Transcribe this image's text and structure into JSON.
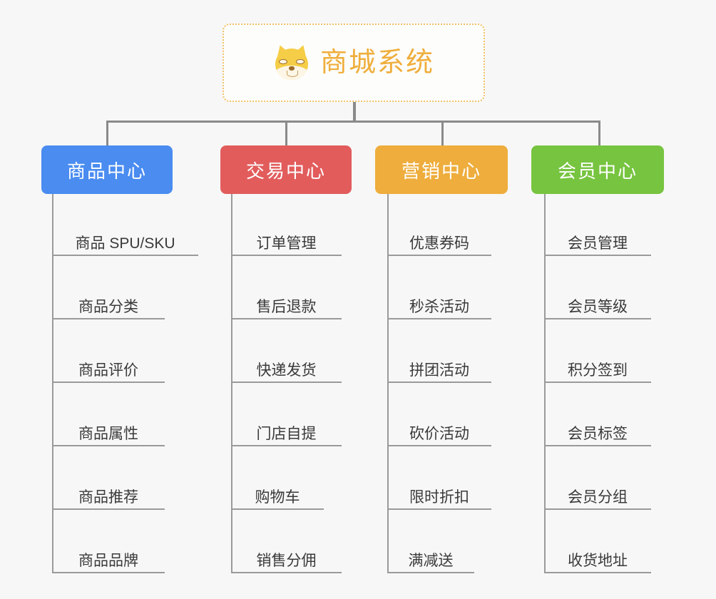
{
  "root": {
    "title": "商城系统",
    "icon": "shiba-inu-face-icon",
    "border_color": "#f0c169",
    "text_color": "#efae3c"
  },
  "theme": {
    "background": "#f7f7f7",
    "connector_color": "#8a8a8a",
    "leaf_line_color": "#9a9a9a",
    "leaf_text_color": "#3a3a3a"
  },
  "branches": [
    {
      "label": "商品中心",
      "color": "#4a8cf0",
      "items": [
        "商品 SPU/SKU",
        "商品分类",
        "商品评价",
        "商品属性",
        "商品推荐",
        "商品品牌"
      ]
    },
    {
      "label": "交易中心",
      "color": "#e25c5c",
      "items": [
        "订单管理",
        "售后退款",
        "快递发货",
        "门店自提",
        "购物车",
        "销售分佣"
      ]
    },
    {
      "label": "营销中心",
      "color": "#eead3c",
      "items": [
        "优惠券码",
        "秒杀活动",
        "拼团活动",
        "砍价活动",
        "限时折扣",
        "满减送"
      ]
    },
    {
      "label": "会员中心",
      "color": "#77c440",
      "items": [
        "会员管理",
        "会员等级",
        "积分签到",
        "会员标签",
        "会员分组",
        "收货地址"
      ]
    }
  ]
}
